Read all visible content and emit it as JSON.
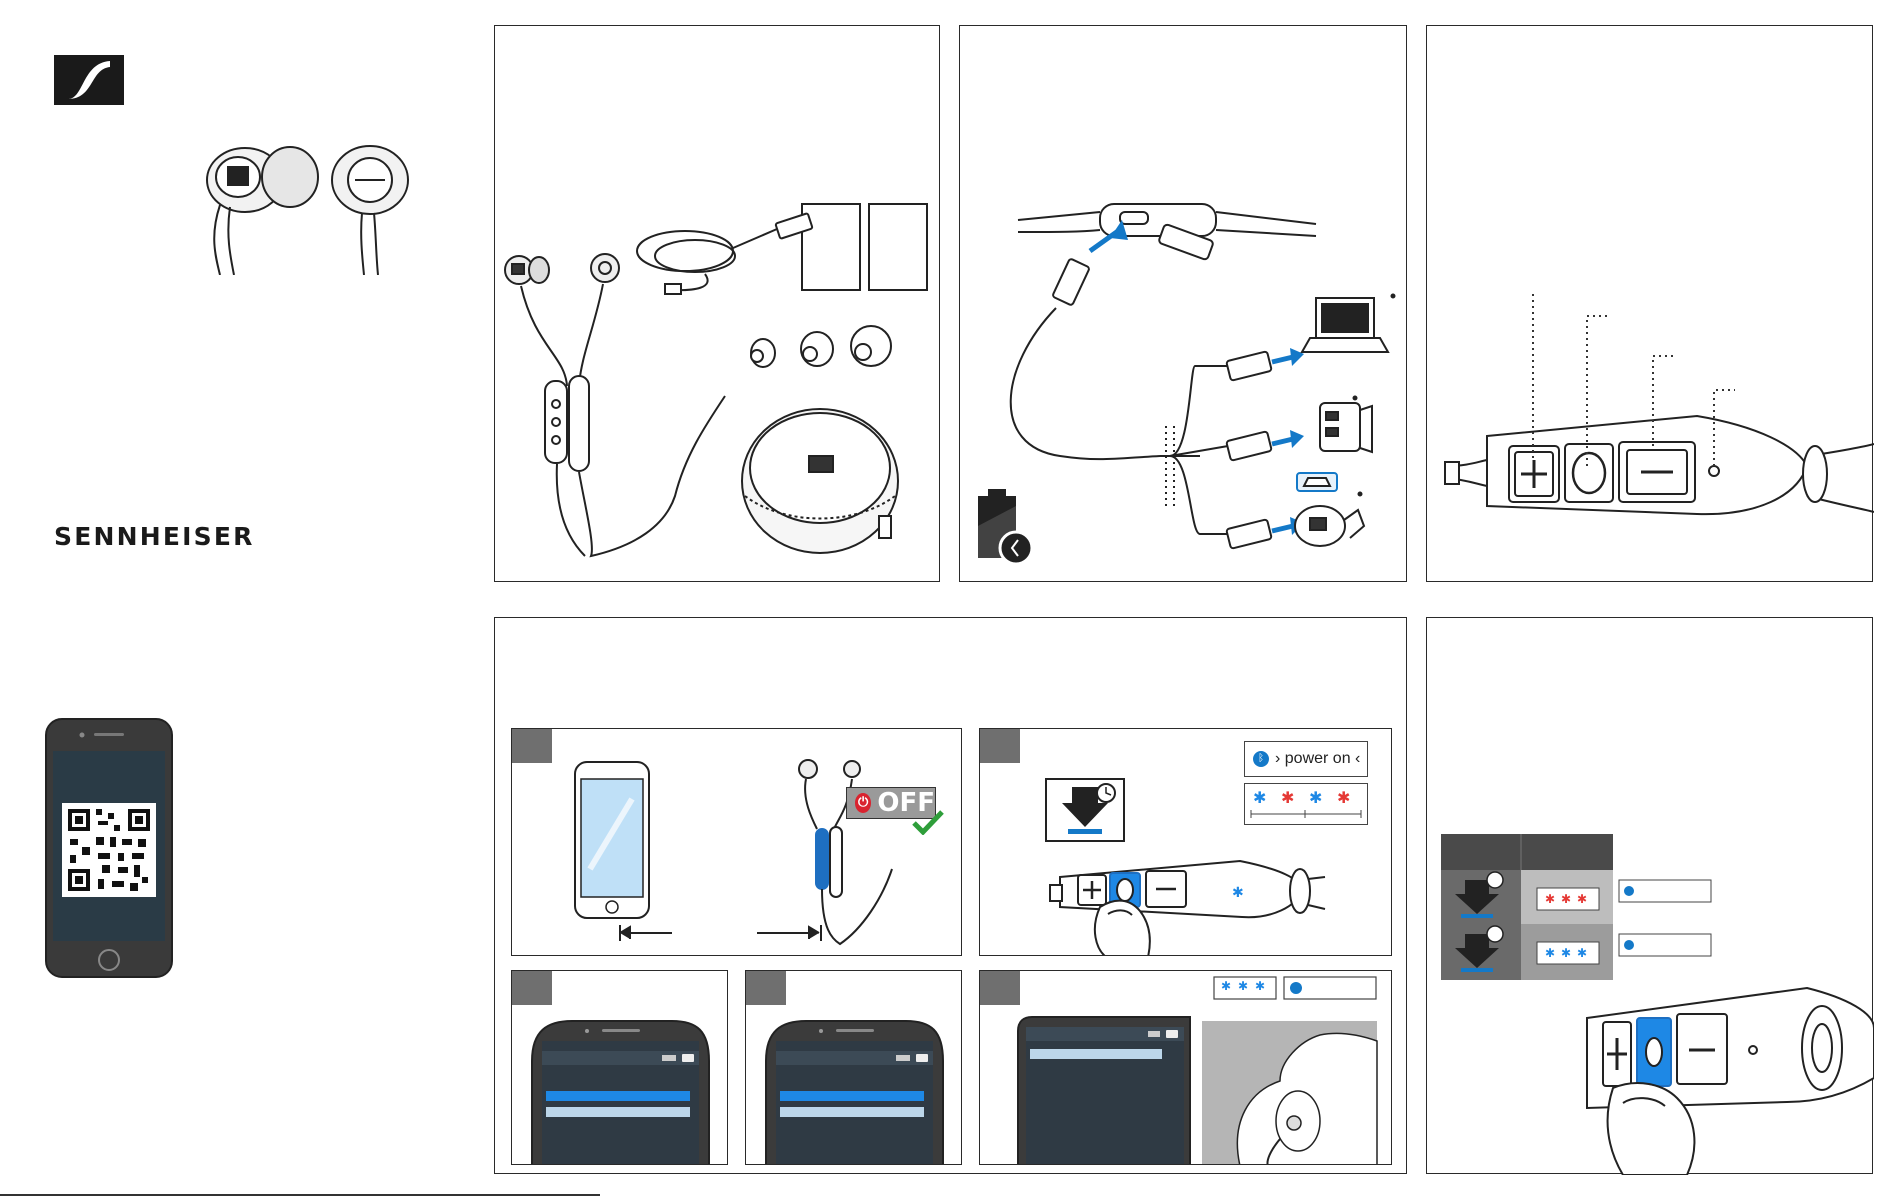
{
  "brand": {
    "name": "SENNHEISER",
    "logo_icon": "sennheiser-logo-icon"
  },
  "phone_qr": {
    "qr_icon": "qr-code-icon"
  },
  "panel_box_contents": {
    "items": [
      "earphones",
      "usb-cable",
      "ear-adapters",
      "carry-case",
      "documents"
    ]
  },
  "panel_charging": {
    "sources": [
      "laptop-icon",
      "usb-wall-charger-icon",
      "car-charger-icon"
    ],
    "battery_icon": "battery-charging-icon"
  },
  "panel_controls": {
    "buttons": [
      "plus-button-icon",
      "multifunction-button-icon",
      "minus-button-icon",
      "led-indicator-icon"
    ]
  },
  "panel_pairing": {
    "step1": {
      "status_label": "OFF"
    },
    "step2": {
      "voice_prompt": "› power on ‹",
      "led_colors": [
        "#1e88e5",
        "#e53935",
        "#1e88e5",
        "#e53935"
      ]
    }
  },
  "colors": {
    "accent_blue": "#1479c8",
    "led_red": "#e53935",
    "check_green": "#2e9e3a",
    "power_red": "#d9232f"
  }
}
